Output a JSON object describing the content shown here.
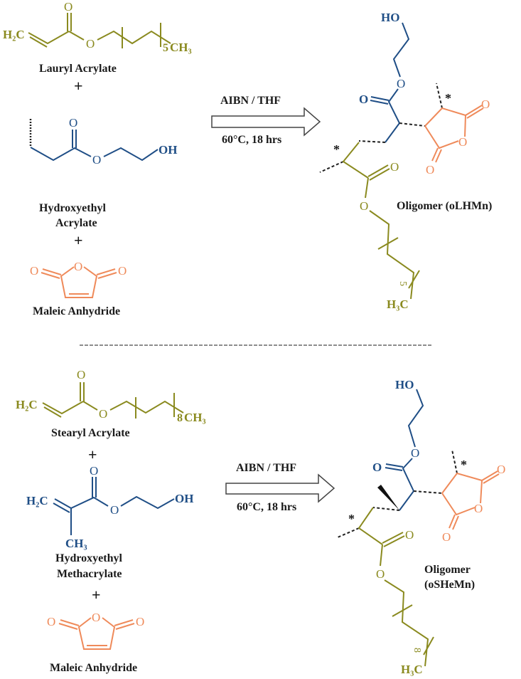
{
  "colors": {
    "lauryl_stearyl": "#8a8a1f",
    "hydroxyethyl": "#1f4e86",
    "maleic": "#ef8a5a",
    "text": "#1a1a1a"
  },
  "scheme1": {
    "reactant1": {
      "name": "Lauryl Acrylate",
      "atoms": {
        "h2c": "H₂C",
        "o_carbonyl": "O",
        "o_ester": "O",
        "repeat": "5",
        "ch3": "CH₃"
      }
    },
    "plus1": "+",
    "reactant2": {
      "name_line1": "Hydroxyethyl",
      "name_line2": "Acrylate",
      "atoms": {
        "o_carbonyl": "O",
        "o_ester": "O",
        "oh": "OH"
      }
    },
    "plus2": "+",
    "reactant3": {
      "name": "Maleic Anhydride",
      "atoms": {
        "o_ring": "O",
        "o_left": "O",
        "o_right": "O"
      }
    },
    "arrow": {
      "top": "AIBN / THF",
      "bottom": "60°C, 18 hrs"
    },
    "product": {
      "label": "Oligomer (oLHMn)",
      "atoms": {
        "ho": "HO",
        "o_ester": "O",
        "o_carbonyl": "O",
        "ring_o1": "O",
        "ring_o2": "O",
        "ring_o3": "O",
        "olive_o1": "O",
        "olive_o2": "O",
        "repeat": "5",
        "h3c": "H₃C",
        "star1": "*",
        "star2": "*"
      }
    }
  },
  "scheme2": {
    "reactant1": {
      "name": "Stearyl Acrylate",
      "atoms": {
        "h2c": "H₂C",
        "o_carbonyl": "O",
        "o_ester": "O",
        "repeat": "8",
        "ch3": "CH₃"
      }
    },
    "plus1": "+",
    "reactant2": {
      "name_line1": "Hydroxyethyl",
      "name_line2": "Methacrylate",
      "atoms": {
        "h2c": "H₂C",
        "o_carbonyl": "O",
        "o_ester": "O",
        "oh": "OH",
        "ch3": "CH₃"
      }
    },
    "plus2": "+",
    "reactant3": {
      "name": "Maleic Anhydride",
      "atoms": {
        "o_ring": "O",
        "o_left": "O",
        "o_right": "O"
      }
    },
    "arrow": {
      "top": "AIBN / THF",
      "bottom": "60°C, 18 hrs"
    },
    "product": {
      "label_line1": "Oligomer",
      "label_line2": "(oSHeMn)",
      "atoms": {
        "ho": "HO",
        "o_ester": "O",
        "o_carbonyl": "O",
        "ring_o1": "O",
        "ring_o2": "O",
        "ring_o3": "O",
        "olive_o1": "O",
        "olive_o2": "O",
        "repeat": "8",
        "h3c": "H₃C",
        "star1": "*",
        "star2": "*"
      }
    }
  }
}
